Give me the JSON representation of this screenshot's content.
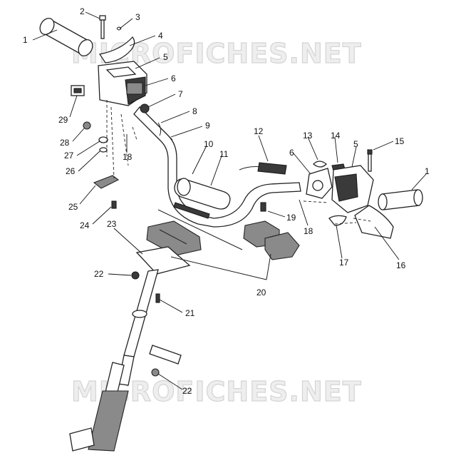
{
  "watermarks": [
    "MICROFICHES.NET",
    "MICROFICHES.NET"
  ],
  "callouts": [
    "1",
    "2",
    "3",
    "4",
    "5",
    "6",
    "7",
    "8",
    "9",
    "10",
    "11",
    "12",
    "13",
    "14",
    "15",
    "1",
    "5",
    "6",
    "18",
    "18",
    "19",
    "16",
    "17",
    "20",
    "21",
    "22",
    "22",
    "23",
    "24",
    "25",
    "26",
    "27",
    "28",
    "29"
  ]
}
